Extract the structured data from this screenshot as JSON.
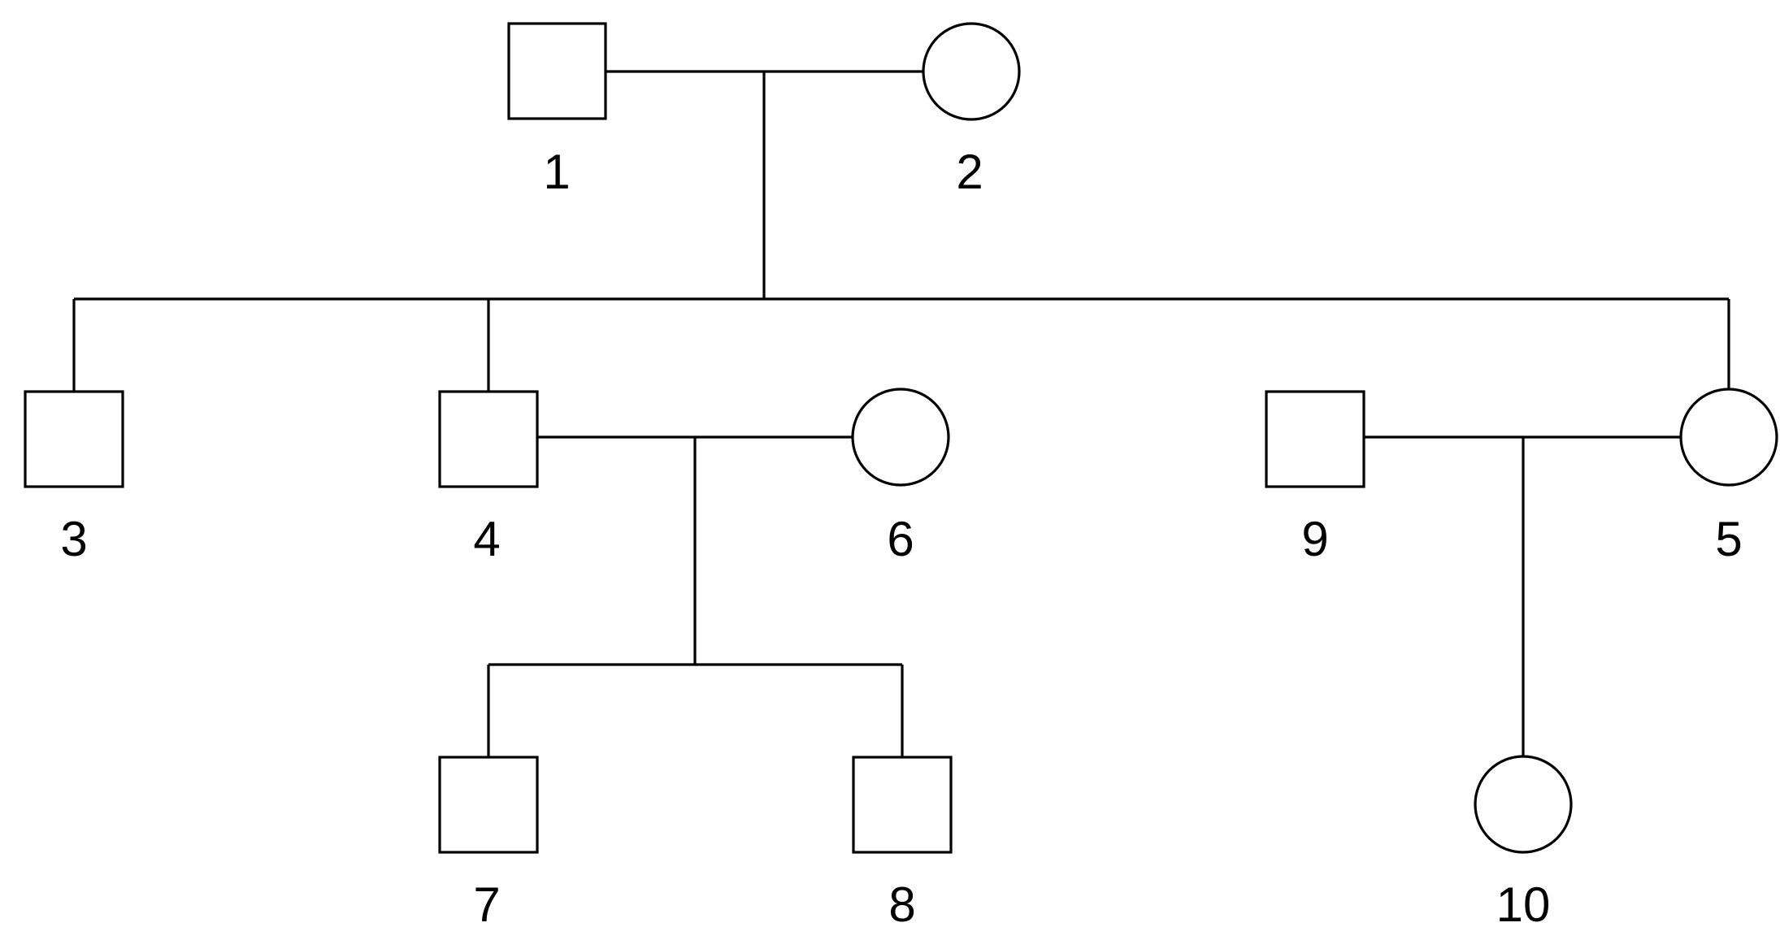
{
  "colors": {
    "stroke": "#000000",
    "fill": "#ffffff"
  },
  "individuals": [
    {
      "id": "1",
      "label": "1",
      "sex": "male"
    },
    {
      "id": "2",
      "label": "2",
      "sex": "female"
    },
    {
      "id": "3",
      "label": "3",
      "sex": "male"
    },
    {
      "id": "4",
      "label": "4",
      "sex": "male"
    },
    {
      "id": "6",
      "label": "6",
      "sex": "female"
    },
    {
      "id": "9",
      "label": "9",
      "sex": "male"
    },
    {
      "id": "5",
      "label": "5",
      "sex": "female"
    },
    {
      "id": "7",
      "label": "7",
      "sex": "male"
    },
    {
      "id": "8",
      "label": "8",
      "sex": "male"
    },
    {
      "id": "10",
      "label": "10",
      "sex": "female"
    }
  ],
  "unions": [
    {
      "partners": [
        "1",
        "2"
      ],
      "children": [
        "3",
        "4",
        "5"
      ]
    },
    {
      "partners": [
        "4",
        "6"
      ],
      "children": [
        "7",
        "8"
      ]
    },
    {
      "partners": [
        "9",
        "5"
      ],
      "children": [
        "10"
      ]
    }
  ]
}
